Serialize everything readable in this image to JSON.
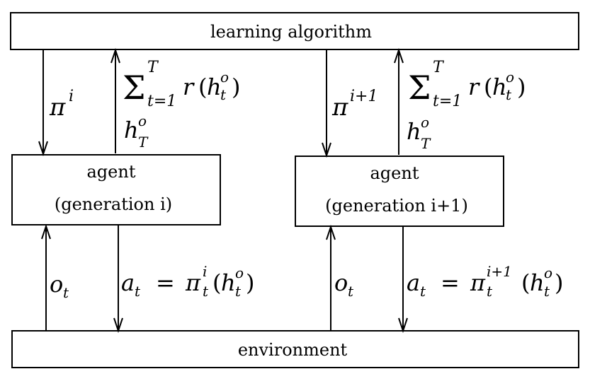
{
  "top_box": {
    "label": "learning algorithm"
  },
  "bottom_box": {
    "label": "environment"
  },
  "agents": [
    {
      "title": "agent",
      "subtitle": "(generation i)"
    },
    {
      "title": "agent",
      "subtitle": "(generation i+1)"
    }
  ],
  "labels": {
    "policy_1": {
      "base": "π",
      "sup": "i"
    },
    "policy_2": {
      "base": "π",
      "sup": "i+1"
    },
    "reward": {
      "sum": "Σ",
      "upper": "T",
      "lower": "t=1",
      "func": "r",
      "lparen": "(",
      "h": "h",
      "hsup": "o",
      "hsub": "t",
      "rparen": ")"
    },
    "history": {
      "h": "h",
      "sup": "o",
      "sub": "T"
    },
    "obs": {
      "o": "o",
      "sub": "t"
    },
    "action_1": {
      "a": "a",
      "asub": "t",
      "eq": "=",
      "pi": "π",
      "pisup": "i",
      "pisub": "t",
      "lparen": "(",
      "h": "h",
      "hsup": "o",
      "hsub": "t",
      "rparen": ")"
    },
    "action_2": {
      "a": "a",
      "asub": "t",
      "eq": "=",
      "pi": "π",
      "pisup": "i+1",
      "pisub": "t",
      "lparen": "(",
      "h": "h",
      "hsup": "o",
      "hsub": "t",
      "rparen": ")"
    }
  }
}
